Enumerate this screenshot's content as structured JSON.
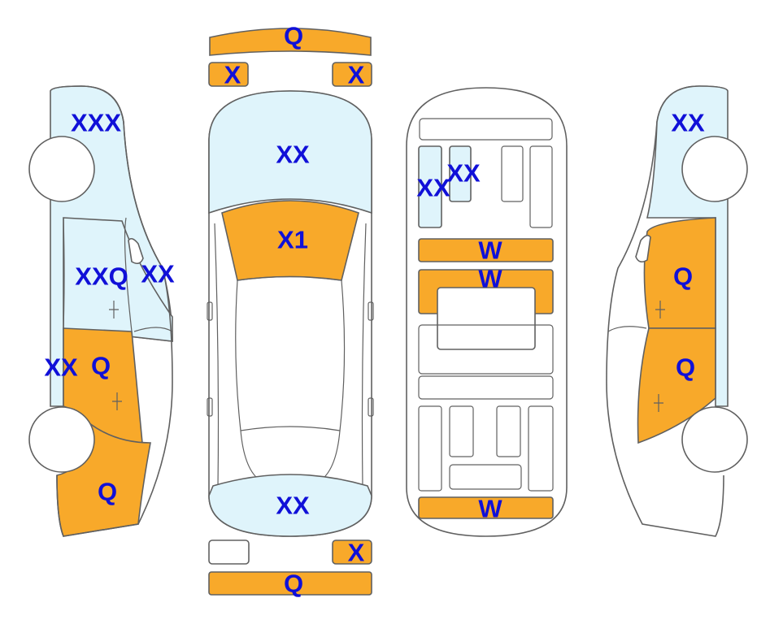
{
  "colors": {
    "light_blue": "#dff4fb",
    "orange": "#f8a92a",
    "white": "#ffffff",
    "outline": "#606060",
    "label": "#1010d8"
  },
  "labels": {
    "front_bumper": "Q",
    "front_left_corner": "X",
    "front_right_corner": "X",
    "hood": "XX",
    "windshield_roof": "X1",
    "rear_panel": "XX",
    "rear_right_corner": "X",
    "rear_bumper": "Q",
    "left_front_fender": "XXX",
    "left_pillar": "XXQ",
    "left_mirror": "XX",
    "left_sill": "XX",
    "left_rear_door": "Q",
    "left_quarter": "Q",
    "interior_left": "XX",
    "interior_left_2": "XX",
    "floor_bar_1": "W",
    "floor_bar_2": "W",
    "floor_bar_3": "W",
    "right_front_fender": "XX",
    "right_front_door": "Q",
    "right_rear_door": "Q"
  }
}
